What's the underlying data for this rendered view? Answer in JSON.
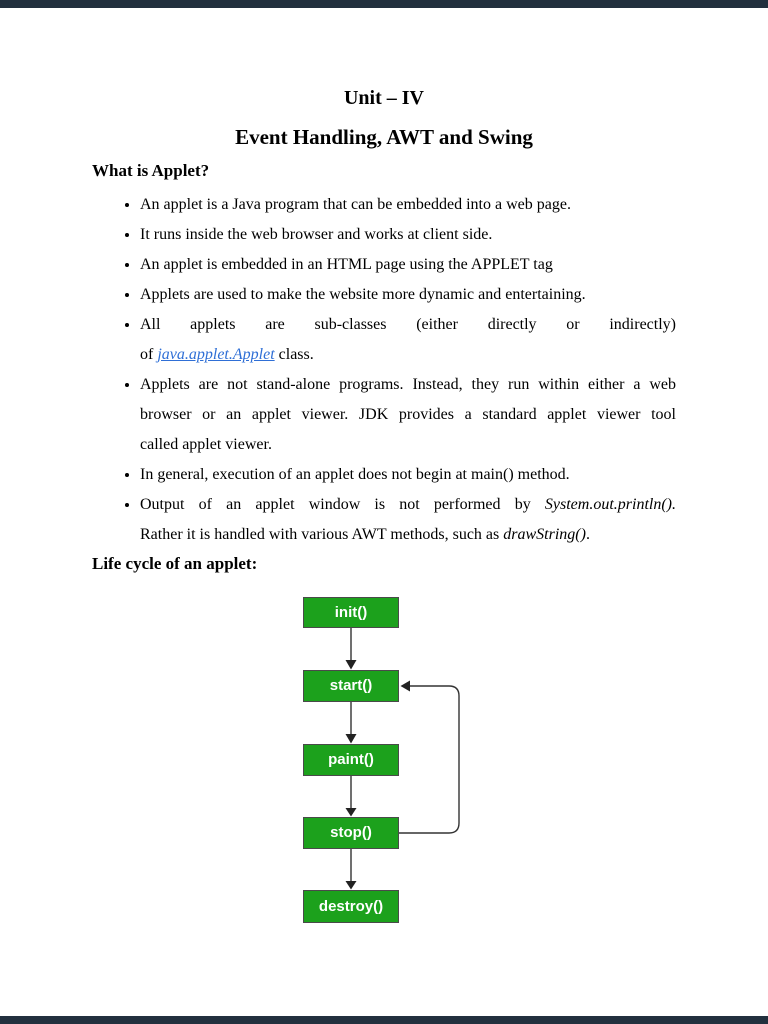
{
  "doc": {
    "title_line1": "Unit – IV",
    "title_line2": "Event Handling, AWT and Swing",
    "heading_what": "What is Applet?",
    "bullets": {
      "b1": "An applet is a Java program that can be embedded into a web page.",
      "b2": "It runs inside the web browser and works at client side.",
      "b3": "An applet is embedded in an HTML page using the APPLET tag",
      "b4": "Applets are used to make the website more dynamic and entertaining.",
      "b5_line1": "All applets are sub-classes (either directly or indirectly)",
      "b5_line2_pre": "of ",
      "b5_link": "java.applet.Applet",
      "b5_line2_post": " class.",
      "b6_line1": "Applets are not stand-alone programs. Instead, they run within either a web",
      "b6_line2": "browser or an applet viewer. JDK provides a standard applet viewer tool",
      "b6_line3": "called applet viewer.",
      "b7": "In general, execution of an applet does not begin at main() method.",
      "b8_line1_pre": "Output of an applet window is not performed by ",
      "b8_line1_italic": "System.out.println().",
      "b8_line2_pre": "Rather it is handled with various AWT methods, such as ",
      "b8_line2_italic": "drawString()",
      "b8_line2_post": "."
    },
    "heading_lifecycle": "Life cycle of an applet:"
  },
  "diagram": {
    "nodes": [
      {
        "label": "init()"
      },
      {
        "label": "start()"
      },
      {
        "label": "paint()"
      },
      {
        "label": "stop()"
      },
      {
        "label": "destroy()"
      }
    ]
  },
  "colors": {
    "viewer_bar": "#22303e",
    "node_green": "#1ca11c",
    "node_border": "#4a4a4a",
    "link_blue": "#2f6fd6",
    "connector": "#333333",
    "text": "#000000"
  }
}
